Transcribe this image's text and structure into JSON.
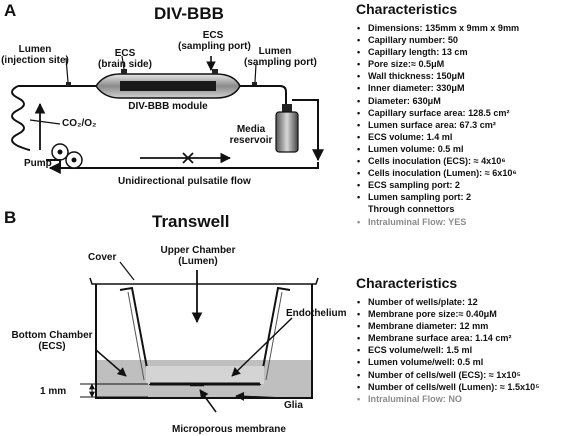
{
  "panelA": {
    "letter": "A",
    "title": "DIV-BBB",
    "labels": {
      "lumen_injection": "Lumen\n(injection site)",
      "ecs_brain": "ECS\n(brain side)",
      "ecs_sampling": "ECS\n(sampling port)",
      "lumen_sampling": "Lumen\n(sampling port)",
      "module": "DIV-BBB module",
      "gas": "CO₂/O₂",
      "media": "Media\nreservoir",
      "pump": "Pump",
      "flow": "Unidirectional pulsatile flow"
    },
    "characteristics_title": "Characteristics",
    "characteristics": [
      "Dimensions: 135mm x 9mm x 9mm",
      "Capillary number: 50",
      "Capillary length: 13 cm",
      "Pore size:≈ 0.5μM",
      "Wall thickness: 150μM",
      "Inner diameter: 330μM",
      "Diameter: 630μM",
      "Capillary surface area: 128.5 cm²",
      "Lumen surface area: 67.3 cm²",
      "ECS volume: 1.4 ml",
      "Lumen volume: 0.5 ml",
      "Cells inoculation (ECS): ≈ 4x10⁶",
      "Cells inoculation (Lumen): ≈ 6x10⁶",
      "ECS sampling port: 2",
      "Lumen sampling port: 2",
      "Through connettors",
      "Intraluminal Flow: YES"
    ]
  },
  "panelB": {
    "letter": "B",
    "title": "Transwell",
    "labels": {
      "cover": "Cover",
      "upper_chamber": "Upper Chamber\n(Lumen)",
      "endothelium": "Endothelium",
      "bottom_chamber": "Bottom Chamber\n(ECS)",
      "one_mm": "1 mm",
      "glia": "Glia",
      "membrane": "Microporous membrane"
    },
    "characteristics_title": "Characteristics",
    "characteristics": [
      "Number of wells/plate: 12",
      "Membrane pore size:≈ 0.40μM",
      "Membrane diameter: 12 mm",
      "Membrane surface area: 1.14 cm²",
      "ECS volume/well: 1.5 ml",
      "Lumen volume/well: 0.5 ml",
      "Number of cells/well (ECS): ≈ 1x10⁵",
      "Number of cells/well (Lumen): ≈ 1.5x10⁵",
      "Intraluminal Flow: NO"
    ]
  }
}
